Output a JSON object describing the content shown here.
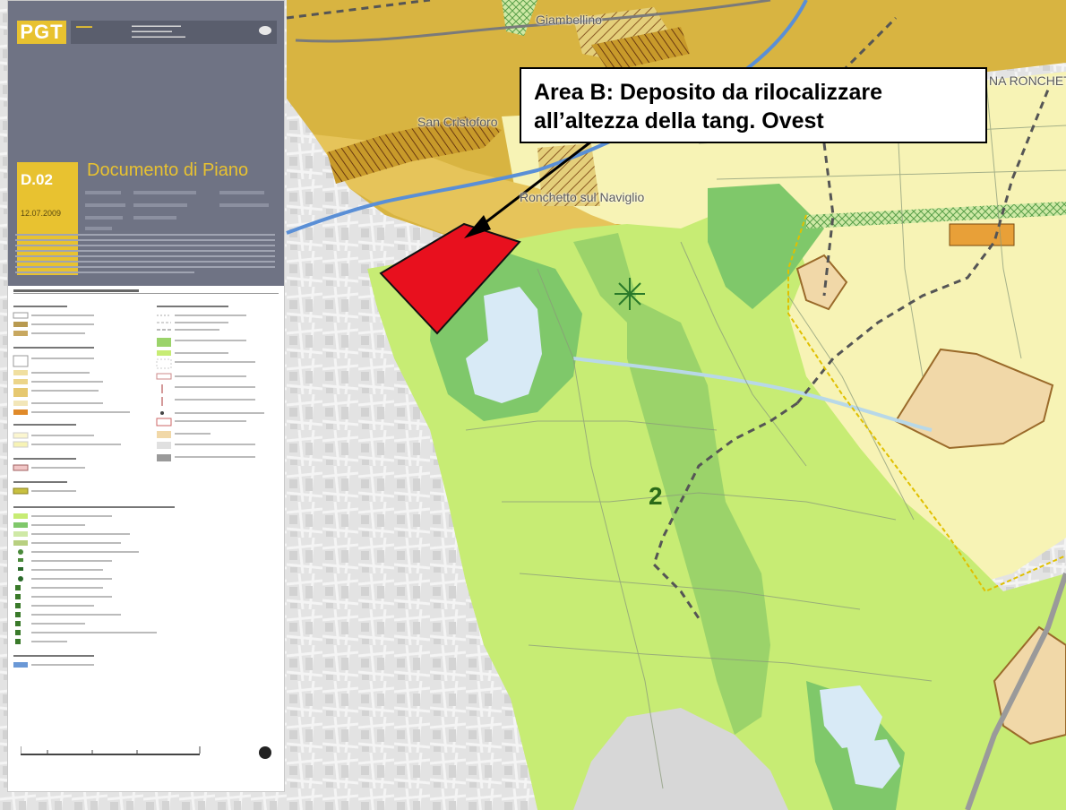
{
  "callout": {
    "text": "Area B: Deposito da rilocalizzare\nall’altezza della tang. Ovest"
  },
  "place_labels": {
    "giambellino": "Giambellino",
    "san_cristoforo": "San Cristoforo",
    "ronchetto": "Ronchetto sul Naviglio",
    "na_ronchetto": "NA RONCHETT"
  },
  "zone_number": "2",
  "legend": {
    "logo": "PGT",
    "document_code": "D.02",
    "document_title": "Documento di Piano",
    "date": "12.07.2009"
  },
  "colors": {
    "area_b": "#e8101e",
    "agricultural_light": "#c7ec74",
    "agricultural_dark": "#7fc86a",
    "urban_yellow": "#f7f3b5",
    "urban_ochre": "#d8b441",
    "water": "#d8eaf6",
    "canal": "#5a8fd6",
    "built_grey": "#d7d7d7"
  }
}
